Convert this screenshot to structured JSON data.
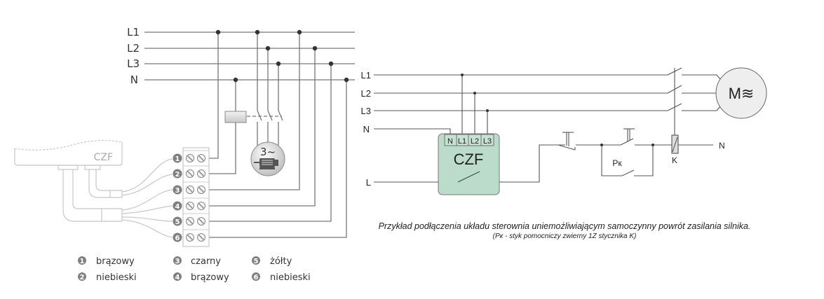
{
  "left_diagram": {
    "bus_labels": [
      "L1",
      "L2",
      "L3",
      "N"
    ],
    "device_label": "CZF",
    "motor_label": "3~",
    "terminals": [
      "1",
      "2",
      "3",
      "4",
      "5",
      "6"
    ],
    "legend": [
      {
        "num": "1",
        "color_name": "brązowy"
      },
      {
        "num": "2",
        "color_name": "niebieski"
      },
      {
        "num": "3",
        "color_name": "czarny"
      },
      {
        "num": "4",
        "color_name": "brązowy"
      },
      {
        "num": "5",
        "color_name": "żółty"
      },
      {
        "num": "6",
        "color_name": "niebieski"
      }
    ]
  },
  "right_diagram": {
    "bus_labels": [
      "L1",
      "L2",
      "L3",
      "N",
      "L"
    ],
    "czf_terminals": [
      "N",
      "L1",
      "L2",
      "L3"
    ],
    "czf_label": "CZF",
    "motor_label": "M≋",
    "aux_contact_label": "Pк",
    "contactor_label": "K",
    "neutral_out_label": "N",
    "caption": "Przykład podłączenia układu sterownia uniemożliwiającym samoczynny powrót zasilania silnika.",
    "subcaption": "(Pк - styk pomocniczy zwierny 1Z stycznika K)"
  },
  "colors": {
    "line": "#6f6f6f",
    "dark_line": "#444444",
    "czf_fill": "#bcdccb",
    "motor_fill": "#eeeeee",
    "badge": "#7f7f7f"
  }
}
